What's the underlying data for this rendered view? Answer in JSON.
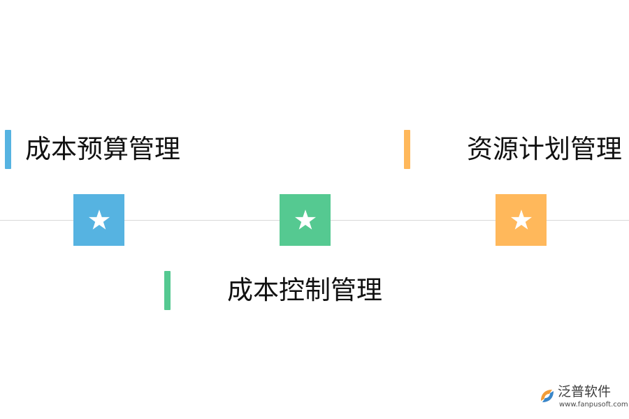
{
  "colors": {
    "blue": "#56b3e1",
    "green": "#55c991",
    "orange": "#ffb85b",
    "timeline": "#d9d9d9"
  },
  "items": [
    {
      "label": "成本预算管理",
      "color": "blue",
      "icon": "star-icon"
    },
    {
      "label": "成本控制管理",
      "color": "green",
      "icon": "star-icon"
    },
    {
      "label": "资源计划管理",
      "color": "orange",
      "icon": "star-icon"
    }
  ],
  "logo": {
    "name": "泛普软件",
    "url": "www.fanpusoft.com"
  }
}
